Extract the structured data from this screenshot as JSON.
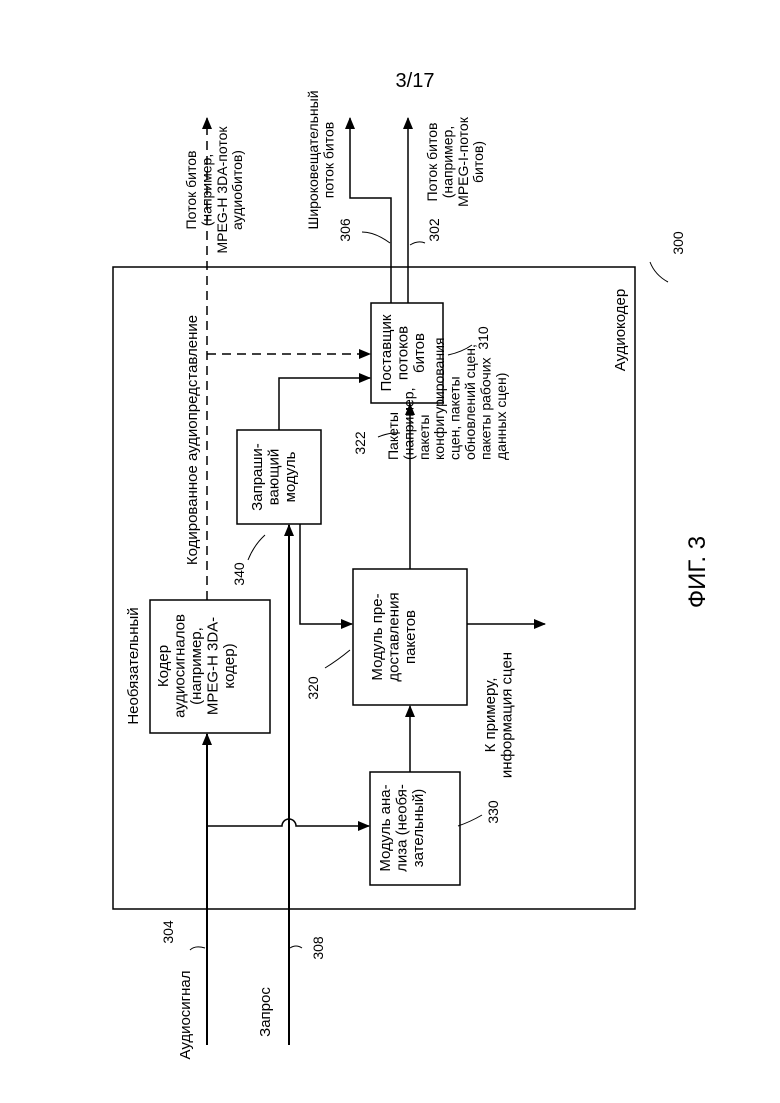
{
  "page_label": "3/17",
  "figure_label": "ФИГ. 3",
  "device": {
    "label": "Аудиокодер",
    "ref": "300"
  },
  "blocks": {
    "analysis": {
      "lines": [
        "Модуль ана-",
        "лиза (необя-",
        "зательный)"
      ],
      "ref": "330"
    },
    "packet_provider": {
      "lines": [
        "Модуль пре-",
        "доставления",
        "пакетов"
      ],
      "ref": "320"
    },
    "requester": {
      "lines": [
        "Запраши-",
        "вающий",
        "модуль"
      ],
      "ref": "340"
    },
    "bitstream_provider": {
      "lines": [
        "Поставщик",
        "потоков",
        "битов"
      ],
      "ref": "310"
    },
    "audio_coder": {
      "title": "Необязательный",
      "lines": [
        "Кодер",
        "аудиосигналов",
        "(например,",
        "MPEG-H 3DA-",
        "кодер)"
      ]
    }
  },
  "signals": {
    "audio_in": {
      "label": "Аудиосигнал",
      "ref": "304"
    },
    "request_in": {
      "label": "Запрос",
      "ref": "308"
    },
    "encoded": {
      "label": "Кодированное аудиопредставление"
    },
    "bitstream_top": {
      "lines": [
        "Поток битов",
        "(например,",
        "MPEG-H 3DA-поток",
        "аудиобитов)"
      ]
    },
    "broadcast": {
      "lines": [
        "Широковещательный",
        "поток битов"
      ],
      "ref": "306"
    },
    "bitstream_out": {
      "lines": [
        "Поток битов",
        "(например,",
        "MPEG-I-поток",
        "битов)"
      ],
      "ref": "302"
    },
    "packets": {
      "lines": [
        "Пакеты",
        "(например,",
        "пакеты",
        "конфигурирования",
        "сцен, пакеты",
        "обновлений сцен,",
        "пакеты рабочих",
        "данных сцен)"
      ],
      "ref": "322"
    },
    "scene_info": {
      "lines": [
        "К примеру,",
        "информация сцен"
      ]
    }
  }
}
